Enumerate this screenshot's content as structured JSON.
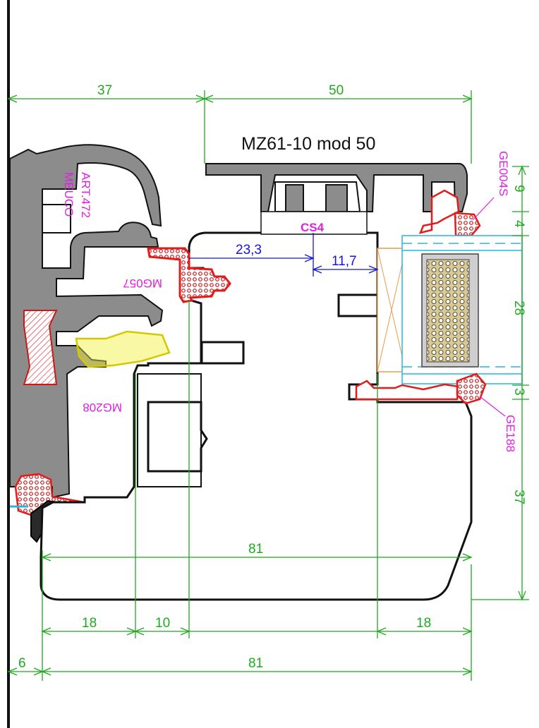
{
  "drawing": {
    "title": "MZ61-10 mod 50",
    "profile_labels": {
      "art": "ART.472",
      "maker": "MEUCO",
      "gasket_upper": "MG057",
      "gasket_lower": "MG208",
      "glazing_top": "GE004S",
      "glazing_bottom": "GE188",
      "cs": "CS4"
    },
    "dimensions": {
      "top_left": "37",
      "top_right": "50",
      "bead_offset": "23,3",
      "bead_depth": "11,7",
      "right_9": "9",
      "right_4": "4",
      "right_28": "28",
      "right_3": "3",
      "right_37": "37",
      "width_inner": "81",
      "bottom_18_left": "18",
      "bottom_10": "10",
      "bottom_18_right": "18",
      "bottom_6": "6",
      "width_total": "81"
    },
    "colors": {
      "dimension": "#1ea91e",
      "inner_dimension": "#1515d6",
      "label": "#e020e0",
      "gasket": "#e21b1b",
      "profile_fill": "#8c8c8c",
      "glass": "#29b5e0"
    }
  }
}
